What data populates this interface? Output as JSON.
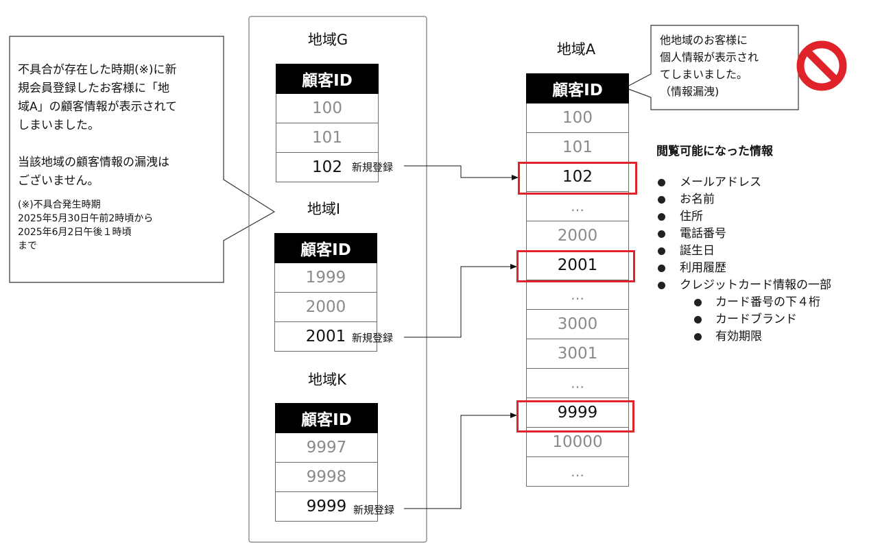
{
  "callout_left": {
    "text": "不具合が存在した時期(※)に新\n規会員登録したお客様に「地\n域A」の顧客情報が表示されて\nしまいました。\n\n当該地域の顧客情報の漏洩は\nございません。",
    "note": "(※)不具合発生時期\n2025年5月30日午前2時頃から\n2025年6月2日午後１時頃\nまで"
  },
  "regions": {
    "g": {
      "title": "地域G",
      "header": "顧客ID",
      "rows": [
        "100",
        "101",
        "102"
      ],
      "new_label": "新規登録"
    },
    "i": {
      "title": "地域I",
      "header": "顧客ID",
      "rows": [
        "1999",
        "2000",
        "2001"
      ],
      "new_label": "新規登録"
    },
    "k": {
      "title": "地域K",
      "header": "顧客ID",
      "rows": [
        "9997",
        "9998",
        "9999"
      ],
      "new_label": "新規登録"
    },
    "a": {
      "title": "地域A",
      "header": "顧客ID",
      "rows": [
        "100",
        "101",
        "102",
        "…",
        "2000",
        "2001",
        "…",
        "3000",
        "3001",
        "…",
        "9999",
        "10000",
        "…"
      ]
    }
  },
  "callout_right": {
    "text": "他地域のお客様に\n個人情報が表示され\nてしまいました。\n（情報漏洩)"
  },
  "info": {
    "title": "閲覧可能になった情報",
    "items": [
      "メールアドレス",
      "お名前",
      "住所",
      "電話番号",
      "誕生日",
      "利用履歴",
      "クレジットカード情報の一部"
    ],
    "subitems": [
      "カード番号の下４桁",
      "カードブランド",
      "有効期限"
    ]
  },
  "colors": {
    "highlight": "#e0232a",
    "prohibit": "#e0232a",
    "header_bg": "#000000",
    "faded_text": "#8a8a8a"
  },
  "icons": {
    "warning": "prohibited-icon"
  }
}
